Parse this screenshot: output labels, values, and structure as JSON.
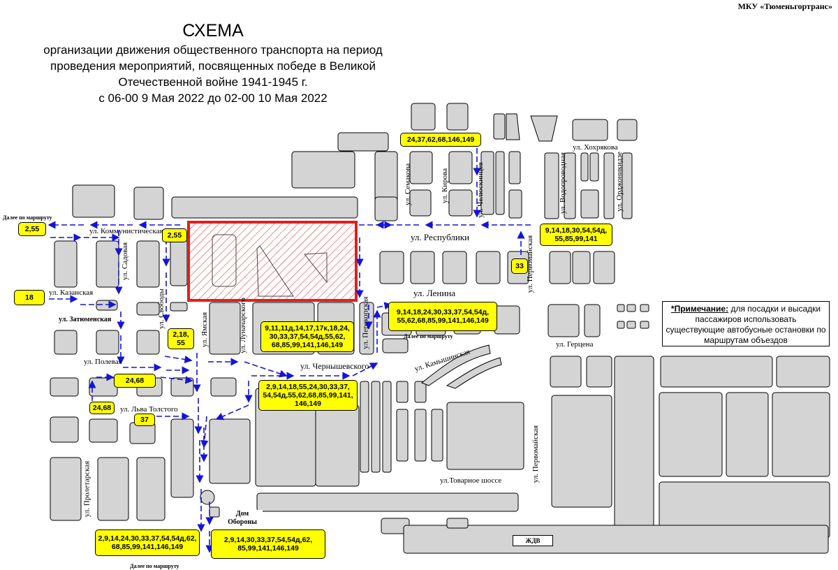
{
  "header": {
    "organization": "МКУ «Тюменьгортранс»",
    "title": "СХЕМА",
    "subtitle_lines": [
      "организации движения общественного транспорта на период",
      "проведения мероприятий, посвященных победе в Великой",
      "Отечественной войне 1941-1945 г.",
      "с 06-00 9 Мая 2022 до 02-00 10 Мая 2022"
    ]
  },
  "note": {
    "heading": "*Примечание:",
    "text": " для посадки и высадки пассажиров использовать существующие автобусные остановки по маршрутам объездов"
  },
  "streets": {
    "khokhryakova": "ул. Хохрякова",
    "kommunisticheskaya": "ул. Коммунистическая",
    "respubliki": "ул. Республики",
    "lenina": "ул. Ленина",
    "kazanskaya": "ул. Казанская",
    "zatyumenskaya": "ул. Затюменская",
    "poleva": "ул. Полевая",
    "lva_tolstogo": "ул. Льва Толстого",
    "chernyshevskogo": "ул. Чернышевского",
    "kamyshinskaya": "ул. Камышинская",
    "gertsena": "ул. Герцена",
    "tovarnoe": "ул.Товарное шоссе",
    "sadovaya": "ул. Садовая",
    "svobody": "ул. Свободы",
    "yamskaya": "ул. Ямская",
    "lunacharskogo": "ул. Луначарского",
    "perekopskaya": "ул. Перекопская",
    "semakova": "ул. Семакова",
    "kirova": "ул. Кирова",
    "chelyuskintsev": "ул. Челюскинцев",
    "pervomayskaya_top": "ул. Первомайская",
    "pervomayskaya_bottom": "ул. Первомайская",
    "vodoprovodnaya": "ул. Водопроводная",
    "ordzhonikidze": "ул. Орджоникидзе",
    "proletarskaya": "ул. Пролетарская"
  },
  "labels": {
    "further_route_left": "Далее по маршруту",
    "further_route_center": "Далее по маршруту",
    "further_route_bottom": "Далее по маршруту",
    "dom_oborony": "Дом Обороны",
    "zhdv": "ЖДВ"
  },
  "routes": {
    "r_top_semakova": "24,37,62,68,146,149",
    "r_left_255": "2,55",
    "r_komm_255": "2,55",
    "r_18": "18",
    "r_pervomay": "9,14,18,30,54,54д, 55,85,99,141",
    "r_33": "33",
    "r_center_left": "9,11,11д,14,17,17к,18,24, 30,33,37,54,54д,55,62, 68,85,99,141,146,149",
    "r_center_right": "9,14,18,24,30,33,37,54,54д, 55,62,68,85,99,141,146,149",
    "r_21855": "2,18, 55",
    "r_2468a": "24,68",
    "r_2468b": "24,68",
    "r_37": "37",
    "r_chern": "2,9,14,18,55,24,30,33,37, 54,54д,55,62,68,85,99,141, 146,149",
    "r_bottom_left": "2,9,14,24,30,33,37,54,54д,62, 68,85,99,141,146,149",
    "r_bottom_right": "2,9,14,30,33,37,54,54д,62, 85,99,141,146,149"
  },
  "colors": {
    "building_fill": "#d4d4d4",
    "building_stroke": "#000000",
    "route_arrow": "#1414d8",
    "closed_zone": "#e31e1e",
    "route_box": "#ffff00"
  }
}
